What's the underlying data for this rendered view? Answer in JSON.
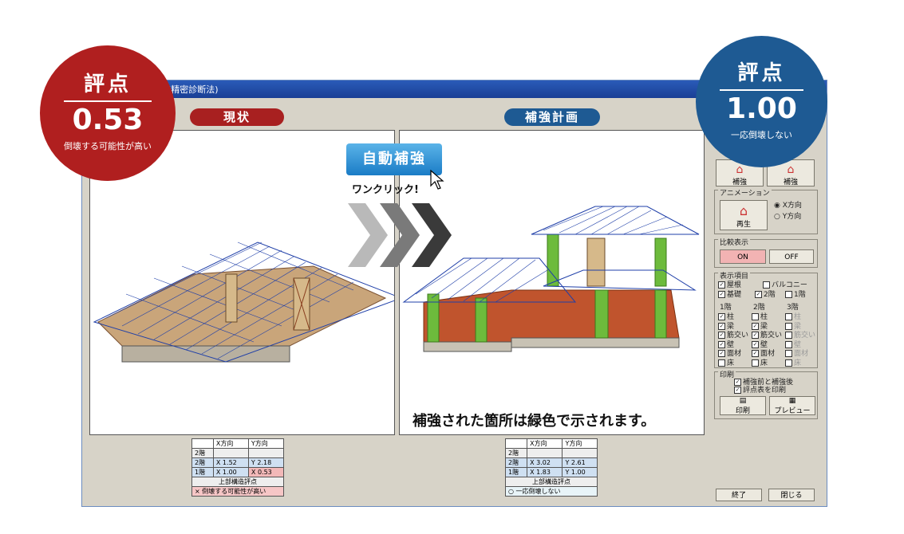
{
  "window": {
    "title": "(精密診断法)"
  },
  "left": {
    "header": "現状"
  },
  "right": {
    "header": "補強計画",
    "caption": "補強された箇所は緑色で示されます。"
  },
  "badges": {
    "before": {
      "title": "評点",
      "value": "0.53",
      "subtitle": "倒壊する可能性が高い",
      "color": "#b01f1f"
    },
    "after": {
      "title": "評点",
      "value": "1.00",
      "subtitle": "一応倒壊しない",
      "color": "#1e5a93"
    }
  },
  "auto": {
    "button": "自動補強",
    "note": "ワンクリック!"
  },
  "panel": {
    "top_buttons": [
      "補強",
      "補強"
    ],
    "anim_title": "アニメーション",
    "anim_btn": "再生",
    "dir_options": [
      "X方向",
      "Y方向"
    ],
    "compare_title": "比較表示",
    "on": "ON",
    "off": "OFF",
    "display_title": "表示項目",
    "display_items": [
      "屋根",
      "バルコニー",
      "基礎",
      "2階",
      "1階"
    ],
    "col_headers": [
      "1階",
      "2階",
      "3階"
    ],
    "rows": [
      "柱",
      "梁",
      "筋交い",
      "壁",
      "面材",
      "床"
    ],
    "print_title": "印刷",
    "print_opts": [
      "補強前と補強後",
      "評点表を印刷"
    ],
    "print_btns": [
      "印刷",
      "プレビュー"
    ],
    "footer_btns": [
      "終了",
      "閉じる"
    ]
  },
  "score_before": {
    "head": [
      "",
      "X方向",
      "Y方向"
    ],
    "rows": [
      [
        "2階",
        "",
        ""
      ],
      [
        "2階",
        "X 1.52",
        "Y 2.18"
      ],
      [
        "1階",
        "X 1.00",
        "X 0.53"
      ]
    ],
    "label": "上部構造評点",
    "result": "× 倒壊する可能性が高い"
  },
  "score_after": {
    "head": [
      "",
      "X方向",
      "Y方向"
    ],
    "rows": [
      [
        "2階",
        "",
        ""
      ],
      [
        "2階",
        "X 3.02",
        "Y 2.61"
      ],
      [
        "1階",
        "X 1.83",
        "Y 1.00"
      ]
    ],
    "label": "上部構造評点",
    "result": "○ 一応倒壊しない"
  }
}
